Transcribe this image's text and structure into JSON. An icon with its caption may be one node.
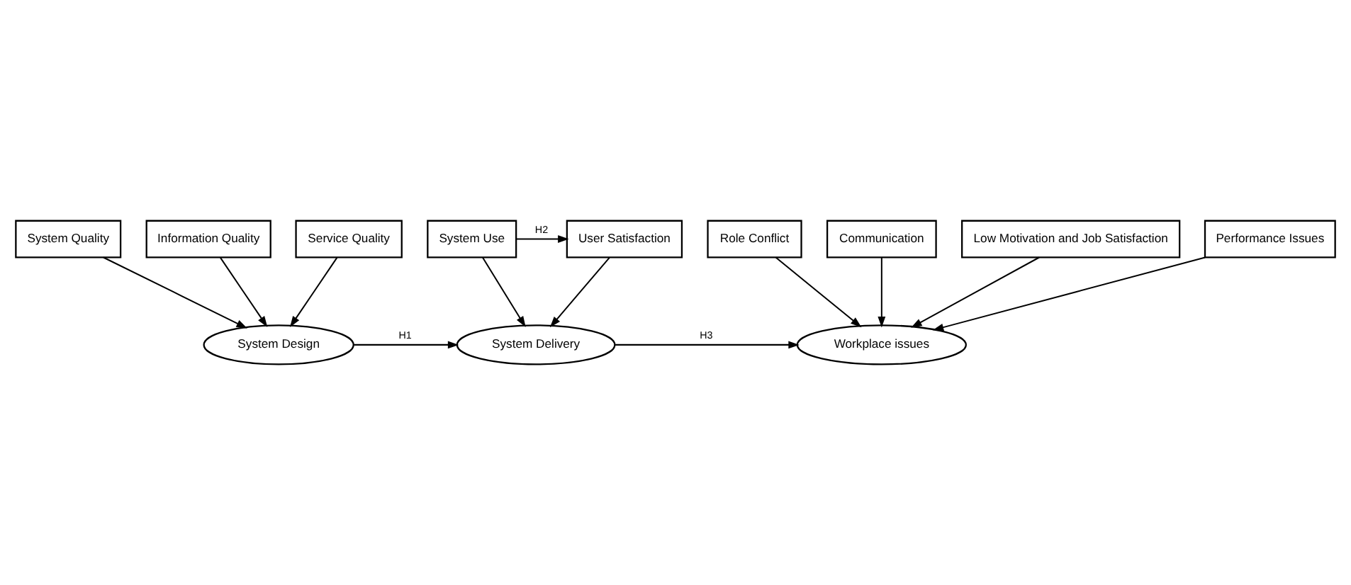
{
  "diagram": {
    "nodes": [
      {
        "text": [
          "System Quality"
        ]
      },
      {
        "text": [
          "Information Quality"
        ]
      },
      {
        "text": [
          "Service Quality"
        ]
      },
      {
        "text": [
          "System Use"
        ]
      },
      {
        "text": [
          "User Satisfaction"
        ]
      },
      {
        "text": [
          "Role Conflict"
        ]
      },
      {
        "text": [
          "Communication"
        ]
      },
      {
        "text": [
          "Low Motivation and Job Satisfaction"
        ]
      },
      {
        "text": [
          "Performance Issues"
        ]
      },
      {
        "text": [
          "System Design"
        ]
      },
      {
        "text": [
          "System Delivery"
        ]
      },
      {
        "text": [
          "Workplace issues"
        ]
      }
    ],
    "edges": [
      {
        "from": 0,
        "to": 9,
        "arrow": "to"
      },
      {
        "from": 1,
        "to": 9,
        "arrow": "to"
      },
      {
        "from": 2,
        "to": 9,
        "arrow": "to"
      },
      {
        "from": 3,
        "to": 4,
        "arrow": "to",
        "label": "H2"
      },
      {
        "from": 3,
        "to": 10,
        "arrow": "to"
      },
      {
        "from": 4,
        "to": 10,
        "arrow": "to"
      },
      {
        "from": 9,
        "to": 10,
        "arrow": "to",
        "label": "H1"
      },
      {
        "from": 10,
        "to": 11,
        "arrow": "to",
        "label": "H3"
      },
      {
        "from": 5,
        "to": 11,
        "arrow": "to"
      },
      {
        "from": 6,
        "to": 11,
        "arrow": "to"
      },
      {
        "from": 7,
        "to": 11,
        "arrow": "to"
      },
      {
        "from": 8,
        "to": 11,
        "arrow": "to"
      }
    ]
  }
}
